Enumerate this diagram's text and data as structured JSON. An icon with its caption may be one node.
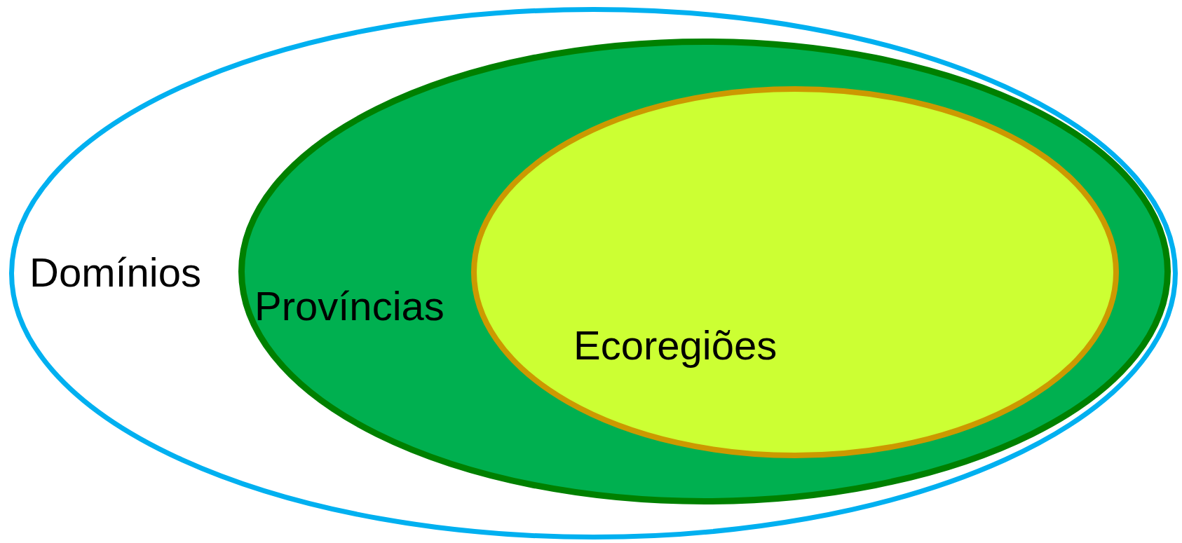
{
  "diagram": {
    "nodes": [
      {
        "text": [
          "Domínios"
        ]
      },
      {
        "text": [
          "Províncias"
        ],
        "in": 0
      },
      {
        "text": [
          "Ecoregiões"
        ],
        "in": 1
      }
    ]
  }
}
